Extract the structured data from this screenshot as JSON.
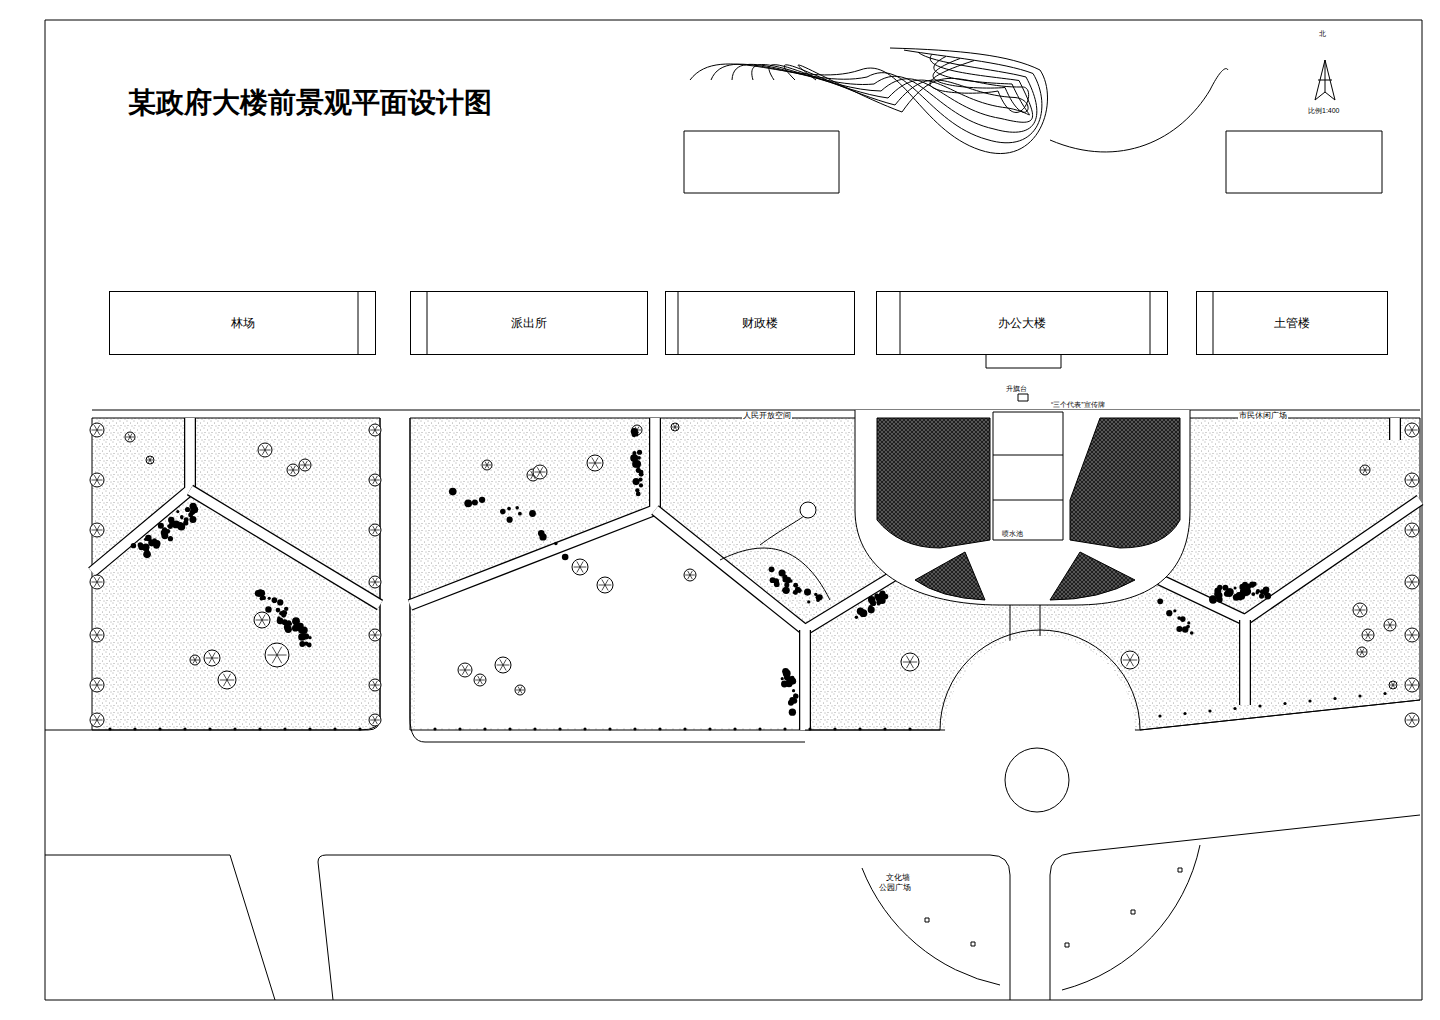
{
  "diagram": {
    "title": "某政府大楼前景观平面设计图",
    "nodes": [
      {
        "text": [
          "林场"
        ]
      },
      {
        "text": [
          "派出所"
        ]
      },
      {
        "text": [
          "财政楼"
        ]
      },
      {
        "text": [
          "办公大楼"
        ]
      },
      {
        "text": [
          "土管楼"
        ]
      }
    ],
    "labels": [
      "北",
      "比例1:400",
      "升旗台",
      "“三个代表”宣传牌",
      "人民开放空间",
      "市民休闲广场",
      "喷水池",
      "文化墙",
      "公园广场"
    ]
  }
}
